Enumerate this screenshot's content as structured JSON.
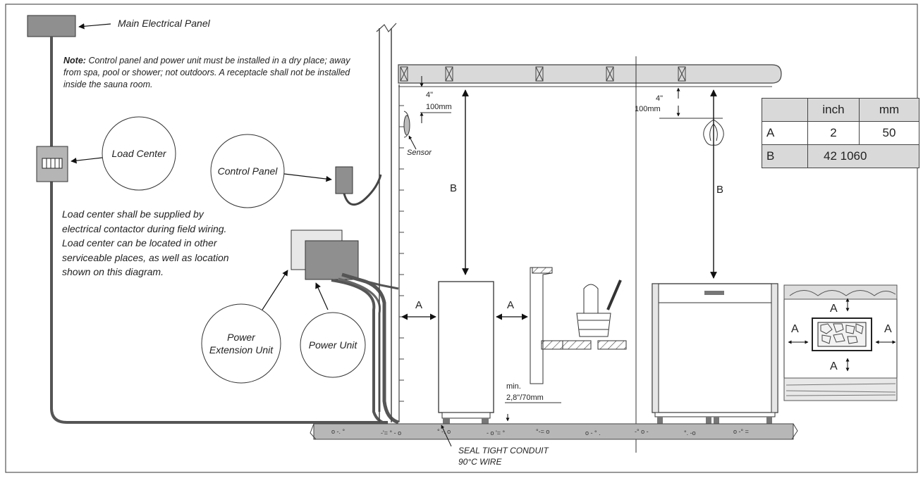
{
  "labels": {
    "main_panel": "Main Electrical Panel",
    "note_title": "Note:",
    "note_body": "Control panel and power unit must be installed in a dry place; away from spa, pool or shower; not outdoors. A receptacle shall not be installed inside the sauna room.",
    "load_center": "Load Center",
    "control_panel": "Control Panel",
    "sensor": "Sensor",
    "power_extension_line1": "Power",
    "power_extension_line2": "Extension Unit",
    "power_unit": "Power Unit",
    "load_center_note": "Load center shall be supplied by electrical contactor during field wiring. Load center can be located in other serviceable places, as well as location shown on this diagram.",
    "dim_4in_left": "4\"",
    "dim_100mm_left": "100mm",
    "dim_4in_right": "4\"",
    "dim_100mm_right": "100mm",
    "b_left": "B",
    "b_right": "B",
    "a_left_wall": "A",
    "a_right_heater": "A",
    "a_top_view_top": "A",
    "a_top_view_left": "A",
    "a_top_view_right": "A",
    "a_top_view_bottom": "A",
    "min_label": "min.",
    "min_value": "2,8\"/70mm",
    "conduit_line1": "SEAL TIGHT CONDUIT",
    "conduit_line2": "90°C WIRE"
  },
  "table": {
    "header": [
      "",
      "inch",
      "mm"
    ],
    "rows": [
      [
        "A",
        "2",
        "50"
      ],
      [
        "B",
        "42 1060",
        ""
      ]
    ]
  }
}
